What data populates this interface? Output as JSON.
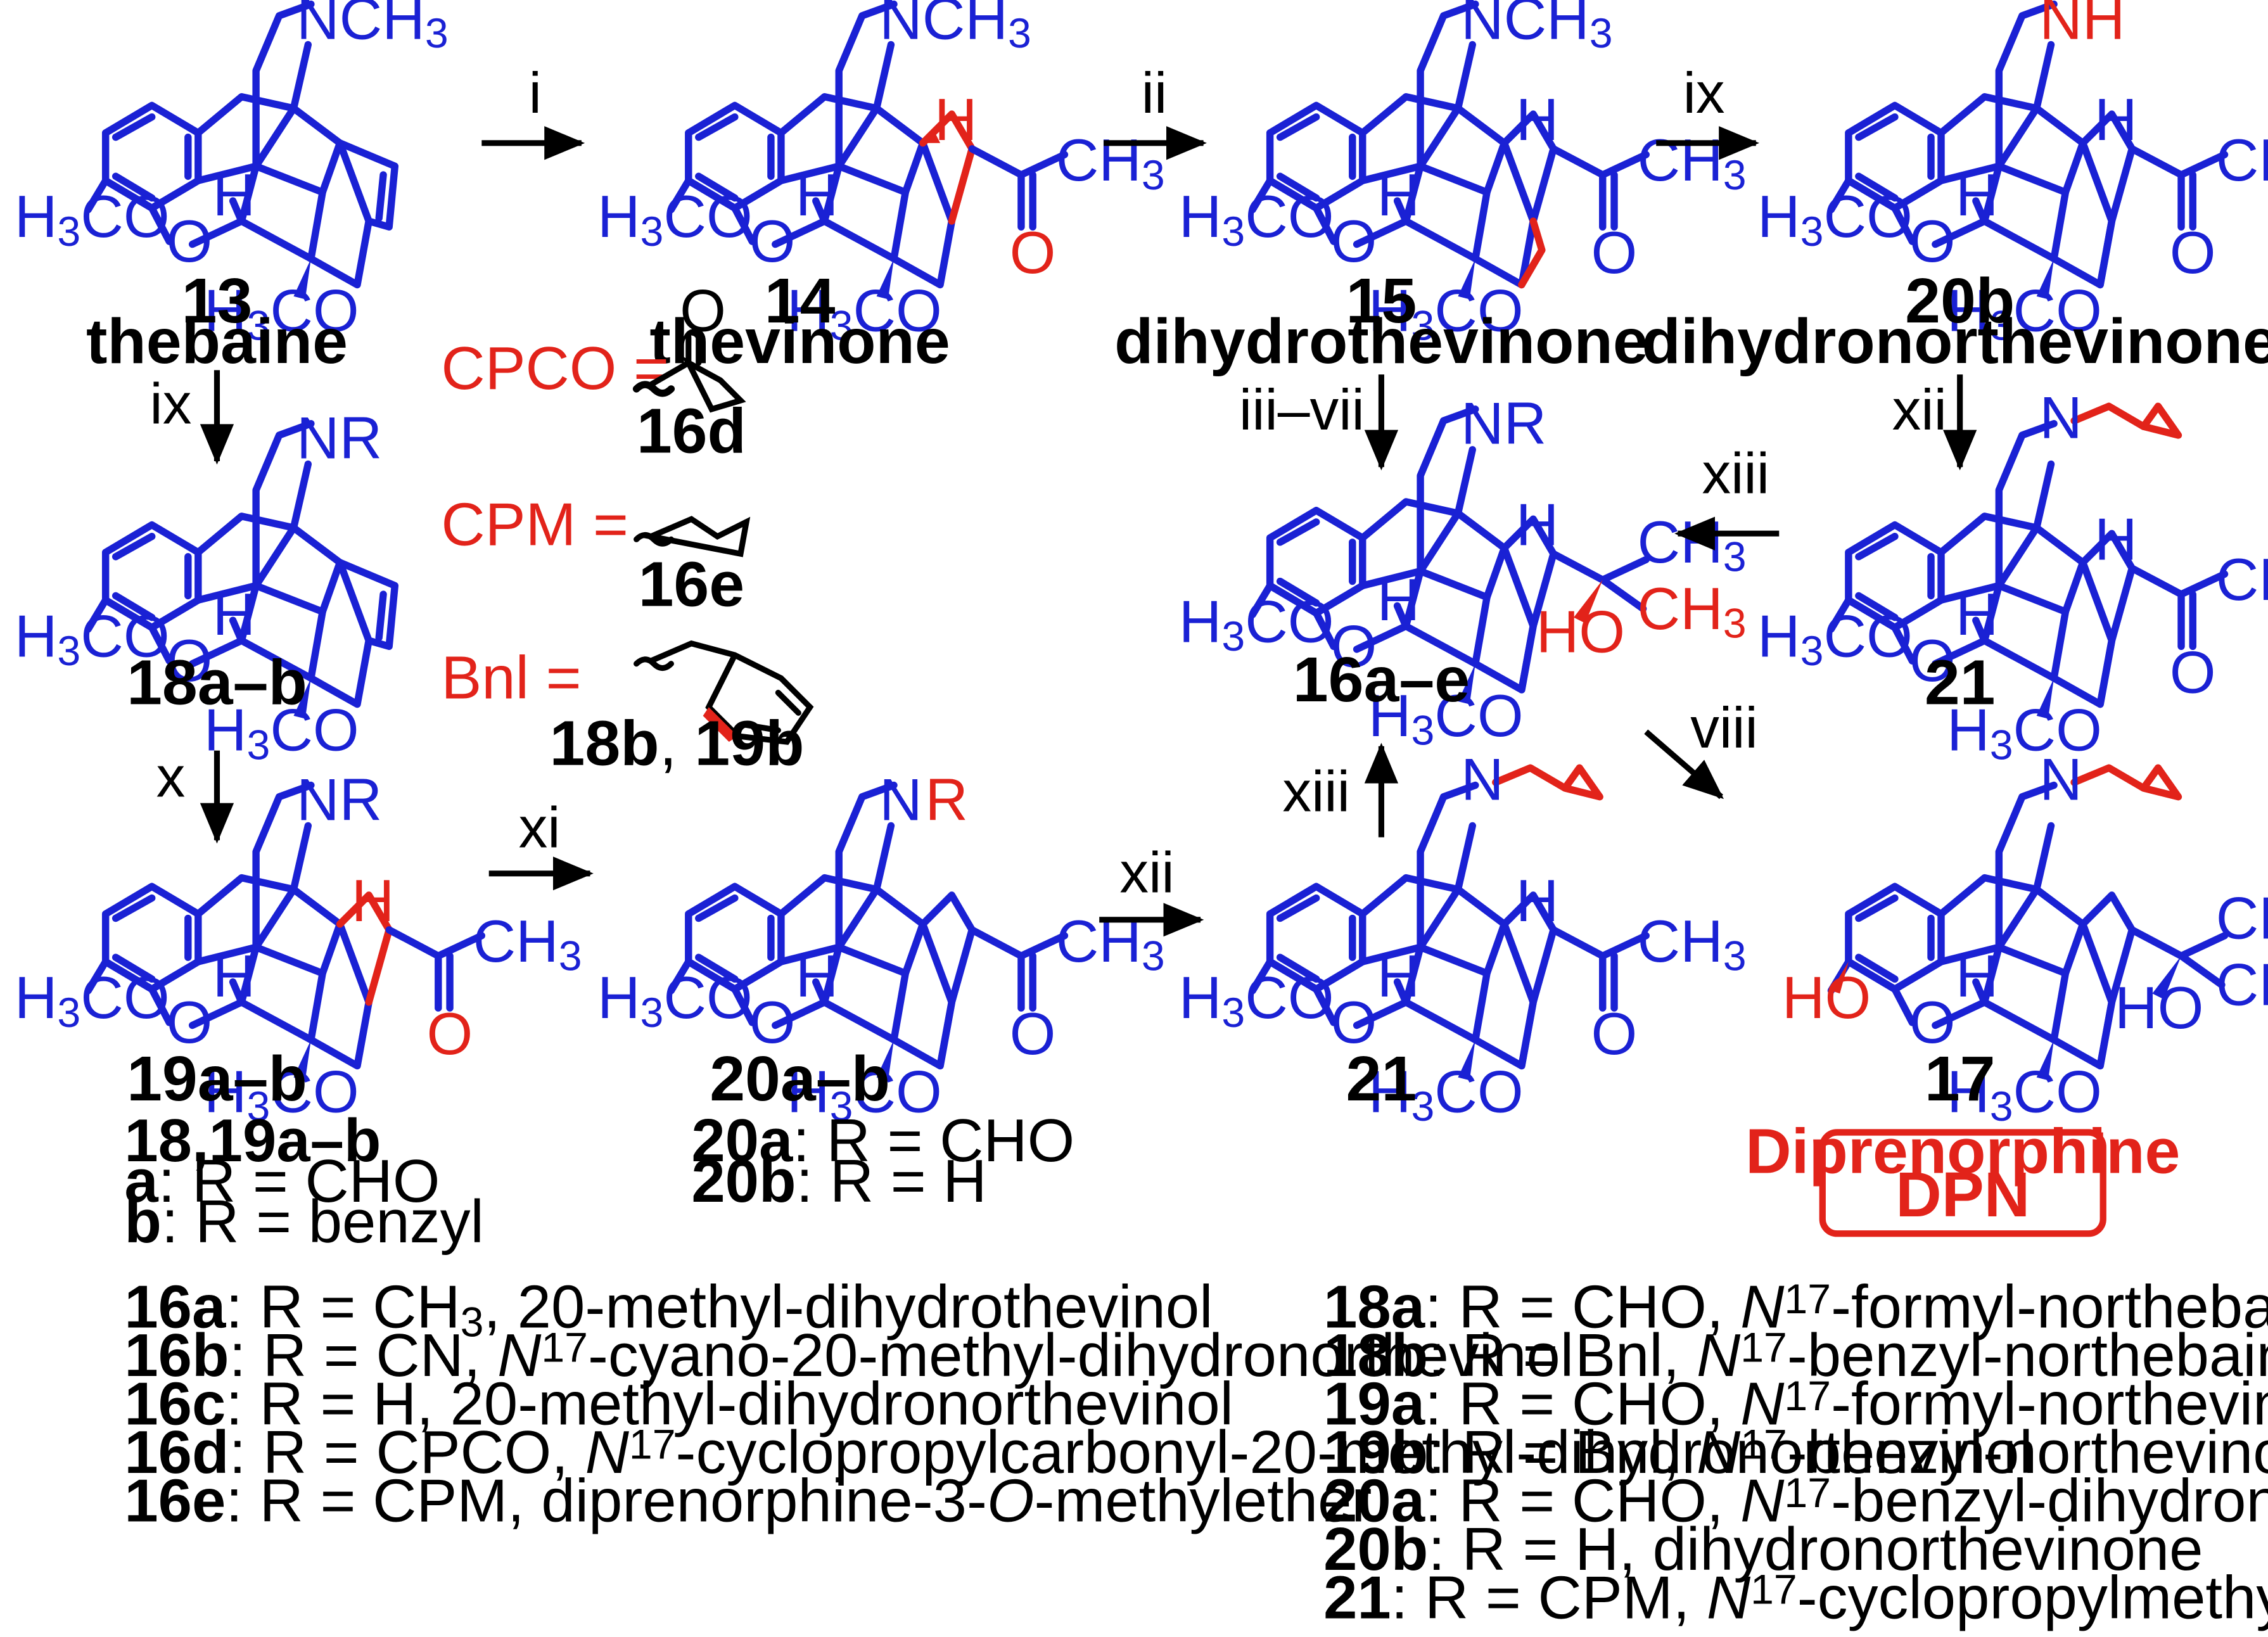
{
  "colors": {
    "structure": "#1a21d4",
    "highlight": "#e2231a",
    "text": "#000000"
  },
  "groups": {
    "nch3": "NCH",
    "nch3_sub": "3",
    "nr": "NR",
    "nh": "NH",
    "n": "N",
    "h3co_pre": "H",
    "h3co_sub": "3",
    "h3co_post": "CO",
    "ch3": "CH",
    "ch3_sub": "3",
    "o": "O",
    "h": "H",
    "ho": "HO"
  },
  "compounds": {
    "c13": {
      "number": "13",
      "name": "thebaine"
    },
    "c14": {
      "number": "14",
      "name": "thevinone"
    },
    "c15": {
      "number": "15",
      "name": "dihydrothevinone"
    },
    "c20b": {
      "number": "20b",
      "name": "dihydronorthevinone"
    },
    "c18": {
      "number": "18a–b"
    },
    "c19": {
      "number": "19a–b"
    },
    "c20": {
      "number": "20a–b"
    },
    "c16": {
      "number": "16a–e"
    },
    "c21_top": {
      "number": "21"
    },
    "c21_bottom": {
      "number": "21"
    },
    "c17": {
      "number": "17"
    }
  },
  "steps": {
    "s1": "i",
    "s2": "ii",
    "s3": "ix",
    "s4": "ix",
    "s5": "iii–vii",
    "s6": "xii",
    "s7": "xiii",
    "s8": "x",
    "s9": "xi",
    "s10": "xii",
    "s11": "xiii",
    "s12": "viii"
  },
  "substituent_defs": {
    "cpco": {
      "label": "CPCO =",
      "ref": "16d"
    },
    "cpm": {
      "label": "CPM =",
      "ref": "16e"
    },
    "bnl": {
      "label": "Bnl =",
      "ref_a": "18b",
      "sep": ", ",
      "ref_b": "19b"
    }
  },
  "r_defs": {
    "head_1819": "18,19a–b",
    "a_1819": {
      "key": "a",
      "text": ": R = CHO"
    },
    "b_1819": {
      "key": "b",
      "text": ": R = benzyl"
    },
    "a_20": {
      "key": "20a",
      "text": ": R = CHO"
    },
    "b_20": {
      "key": "20b",
      "text": ": R = H"
    }
  },
  "dpn": {
    "line1": "Diprenorphine",
    "line2": "DPN"
  },
  "legend_left": [
    {
      "id": "16a",
      "pre": ": R = CH",
      "sub": "3",
      "post": ", 20-methyl-dihydrothevinol"
    },
    {
      "id": "16b",
      "pre": ": R = CN, ",
      "italic": "N",
      "sup": "17",
      "post": "-cyano-20-methyl-dihydronorthevinol"
    },
    {
      "id": "16c",
      "pre": ": R = H, 20-methyl-dihydronorthevinol"
    },
    {
      "id": "16d",
      "pre": ": R = CPCO, ",
      "italic": "N",
      "sup": "17",
      "post": "-cyclopropylcarbonyl-20-methyl-dihydronorthevinol"
    },
    {
      "id": "16e",
      "pre": ": R = CPM, diprenorphine-3-",
      "italic": "O",
      "post": "-methylether"
    }
  ],
  "legend_right": [
    {
      "id": "18a",
      "pre": ": R = CHO, ",
      "italic": "N",
      "sup": "17",
      "post": "-formyl-northebaine"
    },
    {
      "id": "18b",
      "pre": ": R = Bnl, ",
      "italic": "N",
      "sup": "17",
      "post": "-benzyl-northebaine"
    },
    {
      "id": "19a",
      "pre": ": R = CHO, ",
      "italic": "N",
      "sup": "17",
      "post": "-formyl-northevinone"
    },
    {
      "id": "19b",
      "pre": ": R = Bnl, ",
      "italic": "N",
      "sup": "17",
      "post": "-benzyl-northevinone"
    },
    {
      "id": "20a",
      "pre": ": R = CHO, ",
      "italic": "N",
      "sup": "17",
      "post": "-benzyl-dihydronorthevinone"
    },
    {
      "id": "20b",
      "pre": ": R = H, dihydronorthevinone"
    },
    {
      "id": "21",
      "pre": ": R = CPM, ",
      "italic": "N",
      "sup": "17",
      "post": "-cyclopropylmethyl-dihydronorthevinone"
    }
  ]
}
